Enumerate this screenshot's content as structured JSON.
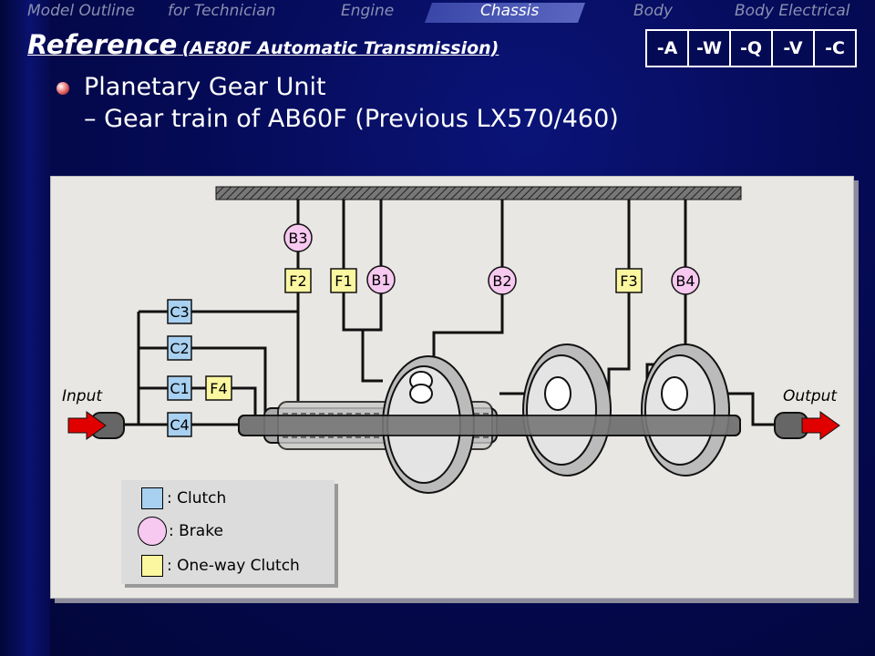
{
  "nav": {
    "items": [
      "Model Outline",
      "for Technician",
      "Engine",
      "Chassis",
      "Body",
      "Body Electrical"
    ],
    "active": "Chassis"
  },
  "title": {
    "main": "Reference",
    "sub": "(AE80F Automatic Transmission)"
  },
  "codes": [
    "-A",
    "-W",
    "-Q",
    "-V",
    "-C"
  ],
  "heading": "Planetary Gear Unit",
  "subheading": "– Gear train of AB60F (Previous LX570/460)",
  "diagram": {
    "input": "Input",
    "output": "Output",
    "brakes": [
      "B1",
      "B2",
      "B3",
      "B4"
    ],
    "clutches": [
      "C1",
      "C2",
      "C3",
      "C4"
    ],
    "oneway": [
      "F1",
      "F2",
      "F3",
      "F4"
    ]
  },
  "legend": {
    "clutch": ": Clutch",
    "brake": ": Brake",
    "oneway": ": One-way Clutch"
  },
  "colors": {
    "clutch": "#a8d0f0",
    "brake": "#f7c8f0",
    "oneway": "#fbf7a0",
    "arrow": "#e00000"
  }
}
